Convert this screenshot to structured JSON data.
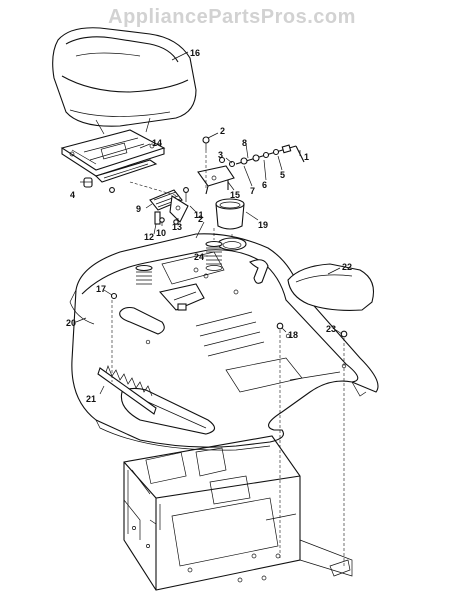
{
  "watermark": "AppliancePartsPros.com",
  "callouts": [
    "16",
    "14",
    "4",
    "2",
    "3",
    "8",
    "1",
    "5",
    "6",
    "7",
    "15",
    "11",
    "9",
    "12",
    "10",
    "13",
    "19",
    "24",
    "22",
    "17",
    "20",
    "23",
    "18",
    "21"
  ]
}
